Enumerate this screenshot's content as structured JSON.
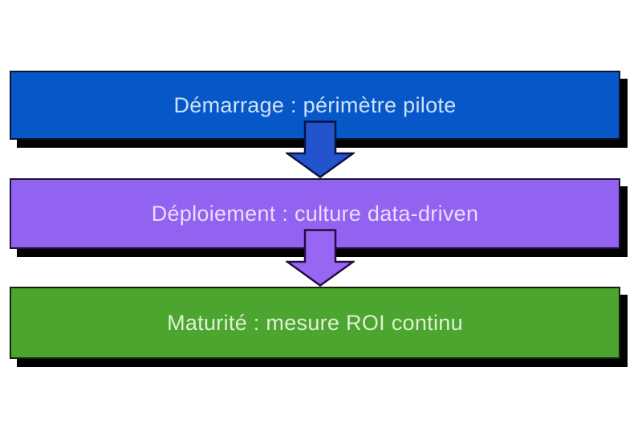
{
  "diagram": {
    "background_color": "#ffffff",
    "shadow_color": "#000000",
    "steps": [
      {
        "label": "Démarrage : périmètre pilote",
        "fill_color": "#0757c9",
        "text_color": "#cde2f7",
        "border_color": "#0a1530"
      },
      {
        "label": "Déploiement : culture data-driven",
        "fill_color": "#9263f1",
        "text_color": "#e9ddfb",
        "border_color": "#1e1038"
      },
      {
        "label": "Maturité : mesure ROI continu",
        "fill_color": "#4ba52e",
        "text_color": "#dff1d5",
        "border_color": "#13240b"
      }
    ],
    "arrows": [
      {
        "fill_color": "#2453ce",
        "outline_color": "#0a1440"
      },
      {
        "fill_color": "#9966f4",
        "outline_color": "#230d45"
      }
    ]
  }
}
